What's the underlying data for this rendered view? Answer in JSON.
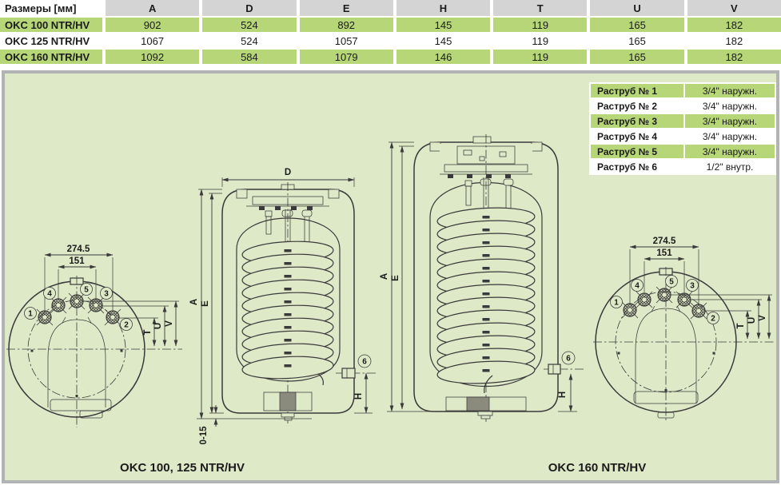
{
  "dims_table": {
    "header": [
      "Размеры [мм]",
      "A",
      "D",
      "E",
      "H",
      "T",
      "U",
      "V"
    ],
    "rows": [
      [
        "OKC 100 NTR/HV",
        "902",
        "524",
        "892",
        "145",
        "119",
        "165",
        "182"
      ],
      [
        "OKC 125 NTR/HV",
        "1067",
        "524",
        "1057",
        "145",
        "119",
        "165",
        "182"
      ],
      [
        "OKC 160 NTR/HV",
        "1092",
        "584",
        "1079",
        "146",
        "119",
        "165",
        "182"
      ]
    ]
  },
  "fittings": {
    "rows": [
      {
        "label": "Раструб № 1",
        "value": "3/4\" наружн."
      },
      {
        "label": "Раструб № 2",
        "value": "3/4\" наружн."
      },
      {
        "label": "Раструб № 3",
        "value": "3/4\" наружн."
      },
      {
        "label": "Раструб № 4",
        "value": "3/4\" наружн."
      },
      {
        "label": "Раструб № 5",
        "value": "3/4\" наружн."
      },
      {
        "label": "Раструб № 6",
        "value": "1/2\" внутр."
      }
    ]
  },
  "drawing": {
    "dim_width_outer": "274.5",
    "dim_width_inner": "151",
    "dim_t": "T",
    "dim_u": "U",
    "dim_v": "V",
    "dim_d": "D",
    "dim_a": "A",
    "dim_e": "E",
    "dim_h": "H",
    "dim_foot": "0-15",
    "port_1": "1",
    "port_2": "2",
    "port_3": "3",
    "port_4": "4",
    "port_5": "5",
    "port_6": "6"
  },
  "captions": {
    "left": "OKC 100, 125 NTR/HV",
    "right": "OKC 160 NTR/HV"
  },
  "colors": {
    "accent_green": "#b6d678",
    "header_gray": "#d4d4d4",
    "panel_bg": "#dee9c8",
    "panel_border": "#b2b3b5",
    "line": "#3a3a3a"
  }
}
